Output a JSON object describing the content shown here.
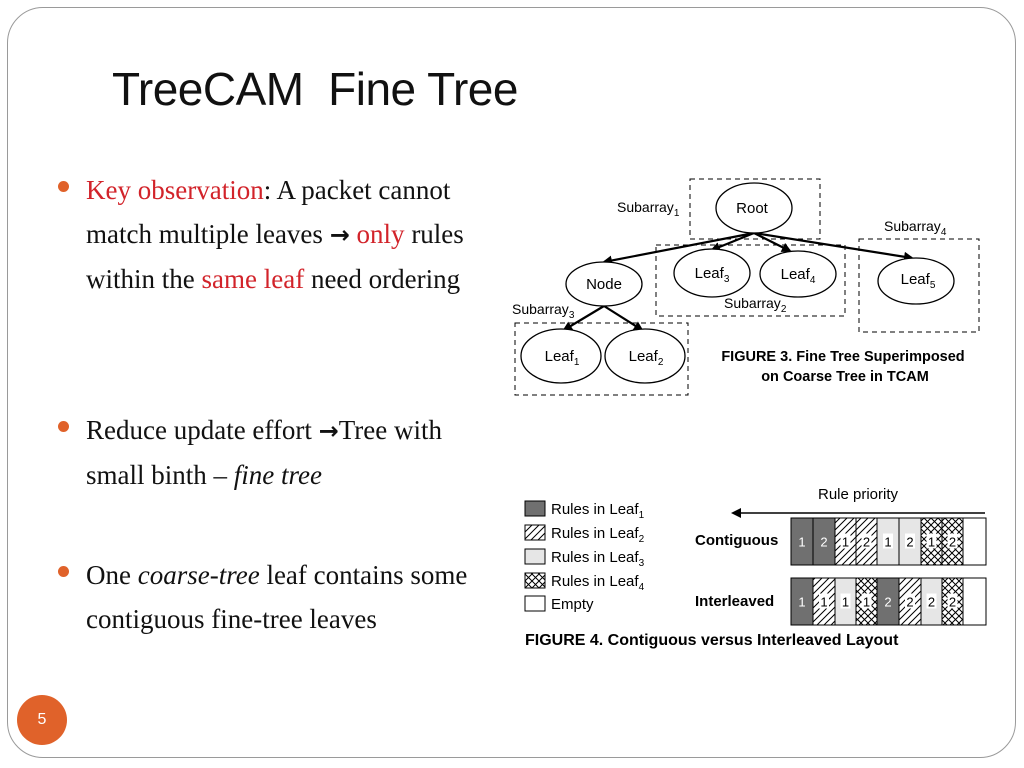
{
  "title": "TreeCAM  Fine Tree",
  "bullets": [
    {
      "key_label": "Key observation",
      "part1": ": A packet cannot match multiple leaves ",
      "arrow": "→",
      "only": "only",
      "part2": " rules within the ",
      "same_leaf": "same leaf",
      "part3": " need ordering"
    },
    {
      "part1": "Reduce update effort ",
      "arrow": "→",
      "part2": "Tree with small binth – ",
      "fine_tree": "fine tree"
    },
    {
      "part1": "One ",
      "coarse_tree": "coarse-tree",
      "part2": " leaf contains some contiguous fine-tree leaves"
    }
  ],
  "figure3": {
    "nodes": {
      "root": "Root",
      "node": "Node",
      "leaf1": {
        "base": "Leaf",
        "sub": "1"
      },
      "leaf2": {
        "base": "Leaf",
        "sub": "2"
      },
      "leaf3": {
        "base": "Leaf",
        "sub": "3"
      },
      "leaf4": {
        "base": "Leaf",
        "sub": "4"
      },
      "leaf5": {
        "base": "Leaf",
        "sub": "5"
      }
    },
    "subarrays": {
      "s1": {
        "base": "Subarray",
        "sub": "1"
      },
      "s2": {
        "base": "Subarray",
        "sub": "2"
      },
      "s3": {
        "base": "Subarray",
        "sub": "3"
      },
      "s4": {
        "base": "Subarray",
        "sub": "4"
      }
    },
    "caption_line1": "FIGURE 3.  Fine Tree Superimposed",
    "caption_line2": "on Coarse Tree in TCAM"
  },
  "figure4": {
    "legend": [
      {
        "base": "Rules in Leaf",
        "sub": "1"
      },
      {
        "base": "Rules in Leaf",
        "sub": "2"
      },
      {
        "base": "Rules in Leaf",
        "sub": "3"
      },
      {
        "base": "Rules in Leaf",
        "sub": "4"
      },
      {
        "base": "Empty",
        "sub": ""
      }
    ],
    "priority_label": "Rule priority",
    "rows": [
      {
        "label": "Contiguous",
        "cells": [
          "1",
          "2",
          "1",
          "2",
          "1",
          "2",
          "1",
          "2",
          ""
        ]
      },
      {
        "label": "Interleaved",
        "cells": [
          "1",
          "1",
          "1",
          "1",
          "2",
          "2",
          "2",
          "2",
          ""
        ]
      }
    ],
    "caption": "FIGURE 4.  Contiguous versus Interleaved Layout"
  },
  "page_number": "5",
  "colors": {
    "accent": "#e0622a",
    "highlight_red": "#d2232a",
    "leaf1_fill": "#707070",
    "leaf3_fill": "#e6e6e6"
  }
}
